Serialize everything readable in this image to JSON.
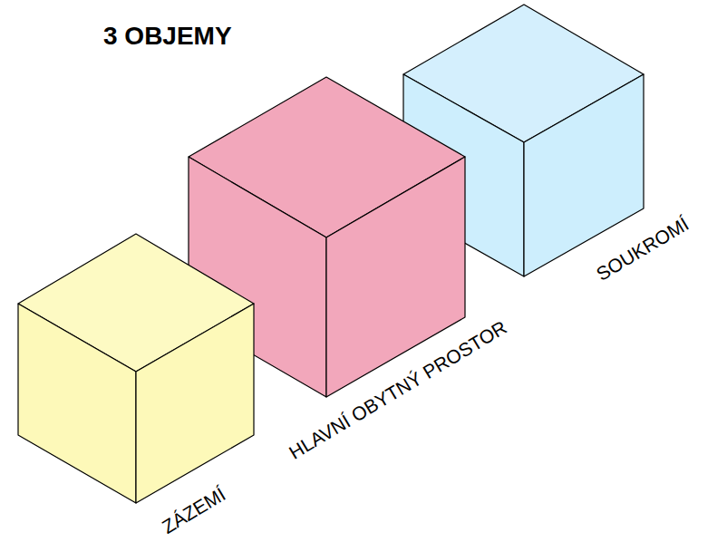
{
  "diagram": {
    "title": "3 OBJEMY",
    "labels": [
      "ZÁZEMÍ",
      "HLAVNÍ OBYTNÝ PROSTOR",
      "SOUKROMÍ"
    ]
  }
}
